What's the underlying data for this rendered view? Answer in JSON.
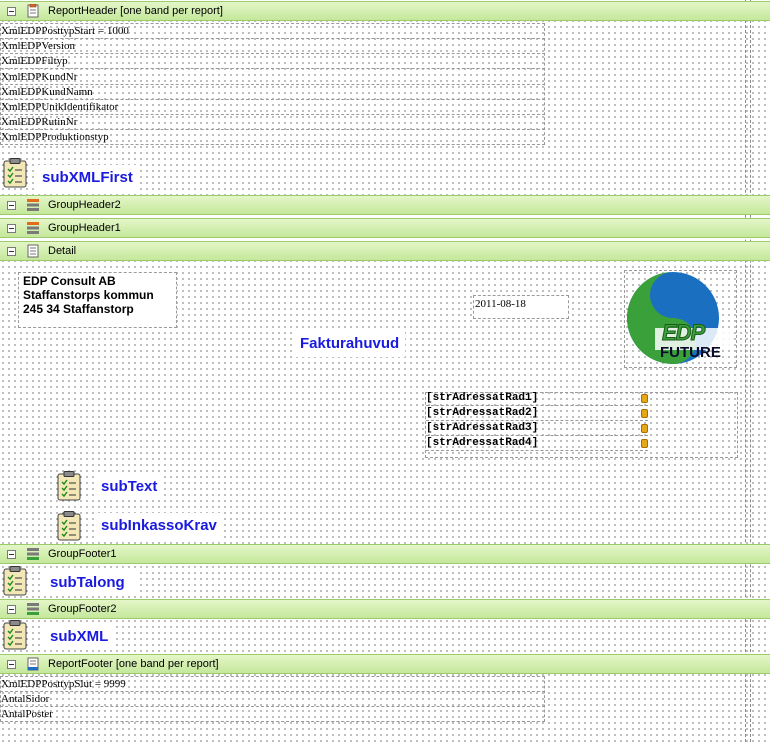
{
  "bands": {
    "report_header": "ReportHeader [one band per report]",
    "group_header2": "GroupHeader2",
    "group_header1": "GroupHeader1",
    "detail": "Detail",
    "group_footer1": "GroupFooter1",
    "group_footer2": "GroupFooter2",
    "report_footer": "ReportFooter [one band per report]"
  },
  "header_fields": [
    "XmlEDPPosttypStart = 1000",
    "XmlEDPVersion",
    "XmlEDPFiltyp",
    "XmlEDPKundNr",
    "XmlEDPKundNamn",
    "XmlEDPUnikIdentifikator",
    "XmlEDPRutinNr",
    "XmlEDPProduktionstyp"
  ],
  "subreports": {
    "xml_first": "subXMLFirst",
    "text": "subText",
    "inkasso": "subInkassoKrav",
    "talong": "subTalong",
    "xml": "subXML"
  },
  "sender": {
    "line1": "EDP Consult AB",
    "line2": "Staffanstorps kommun",
    "line3": "245 34 Staffanstorp"
  },
  "date": "2011-08-18",
  "title": "Fakturahuvud",
  "logo": {
    "top": "EDP",
    "bottom": "FUTURE",
    "green": "#3aa03a",
    "blue": "#1a6fc0"
  },
  "address": [
    "[strAdressatRad1]",
    "[strAdressatRad2]",
    "[strAdressatRad3]",
    "[strAdressatRad4]"
  ],
  "footer_fields": [
    "XmlEDPPosttypSlut = 9999",
    "AntalSidor",
    "AntalPoster"
  ],
  "colors": {
    "band": "#c4e89b",
    "sub_text": "#1a1ae0"
  }
}
